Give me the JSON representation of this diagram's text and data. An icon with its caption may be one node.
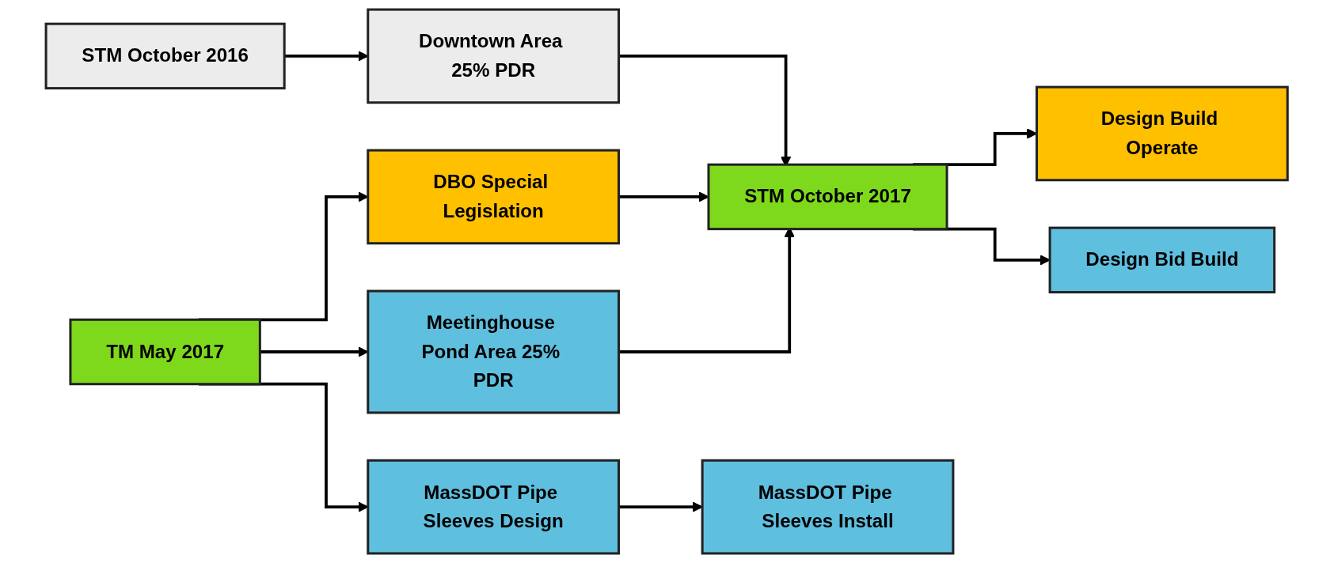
{
  "diagram": {
    "nodes": [
      {
        "text": [
          "STM October 2016"
        ]
      },
      {
        "text": [
          "Downtown Area 25% PDR"
        ]
      },
      {
        "text": [
          "Design Build Operate"
        ]
      },
      {
        "text": [
          "DBO Special Legislation"
        ]
      },
      {
        "text": [
          "STM October 2017"
        ]
      },
      {
        "text": [
          "Design Bid Build"
        ]
      },
      {
        "text": [
          "TM May 2017"
        ]
      },
      {
        "text": [
          "Meetinghouse Pond Area 25% PDR"
        ]
      },
      {
        "text": [
          "MassDOT Pipe Sleeves Design"
        ]
      },
      {
        "text": [
          "MassDOT Pipe Sleeves Install"
        ]
      }
    ],
    "edges": [
      {
        "from": 0,
        "to": 1,
        "arrow": "to"
      },
      {
        "from": 1,
        "to": 4,
        "arrow": "to"
      },
      {
        "from": 3,
        "to": 4,
        "arrow": "to"
      },
      {
        "from": 7,
        "to": 4,
        "arrow": "to"
      },
      {
        "from": 4,
        "to": 2,
        "arrow": "to"
      },
      {
        "from": 4,
        "to": 5,
        "arrow": "to"
      },
      {
        "from": 6,
        "to": 3,
        "arrow": "to"
      },
      {
        "from": 6,
        "to": 7,
        "arrow": "to"
      },
      {
        "from": 6,
        "to": 8,
        "arrow": "to"
      },
      {
        "from": 8,
        "to": 9,
        "arrow": "to"
      }
    ]
  }
}
